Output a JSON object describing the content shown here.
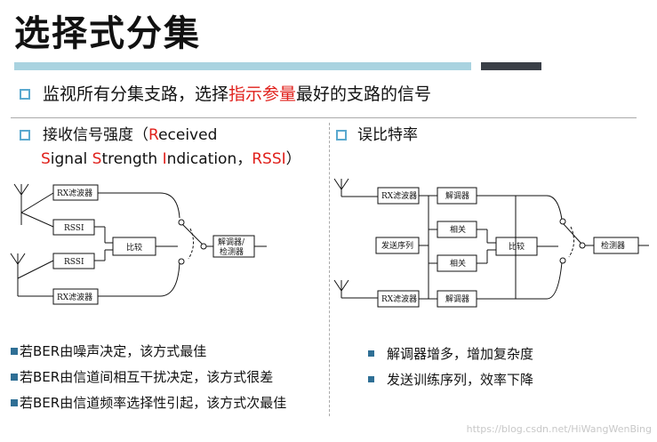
{
  "title": "选择式分集",
  "subtitle": {
    "prefix": "监视所有分集支路，选择",
    "highlight": "指示参量",
    "suffix": "最好的支路的信号"
  },
  "left": {
    "heading_line1_prefix": "接收信号强度（",
    "heading_line1_R": "R",
    "heading_line1_rest": "eceived",
    "heading_line2_S1": "S",
    "heading_line2_t1": "ignal ",
    "heading_line2_S2": "S",
    "heading_line2_t2": "trength ",
    "heading_line2_I": "I",
    "heading_line2_t3": "ndication，",
    "heading_line2_rssi": "RSSI",
    "heading_line2_close": "）",
    "diagram": {
      "rx_filter_top": "RX滤波器",
      "rssi_top": "RSSI",
      "rssi_bottom": "RSSI",
      "rx_filter_bottom": "RX滤波器",
      "compare": "比较",
      "demod_detect_1": "解调器/",
      "demod_detect_2": "检测器"
    },
    "bullets": [
      "若BER由噪声决定，该方式最佳",
      "若BER由信道间相互干扰决定，该方式很差",
      "若BER由信道频率选择性引起，该方式次最佳"
    ]
  },
  "right": {
    "heading": "误比特率",
    "diagram": {
      "rx_filter_top": "RX滤波器",
      "demod_top": "解调器",
      "seq": "发送序列",
      "corr_top": "相关",
      "corr_bottom": "相关",
      "compare": "比较",
      "detector": "检测器",
      "rx_filter_bottom": "RX滤波器",
      "demod_bottom": "解调器"
    },
    "bullets": [
      "解调器增多，增加复杂度",
      "发送训练序列，效率下降"
    ]
  },
  "watermark": "https://blog.csdn.net/HiWangWenBing",
  "colors": {
    "accent_bar": "#a9d3e0",
    "dark_bar": "#3a3f47",
    "highlight": "#e0201b",
    "bullet": "#2f6f95"
  }
}
